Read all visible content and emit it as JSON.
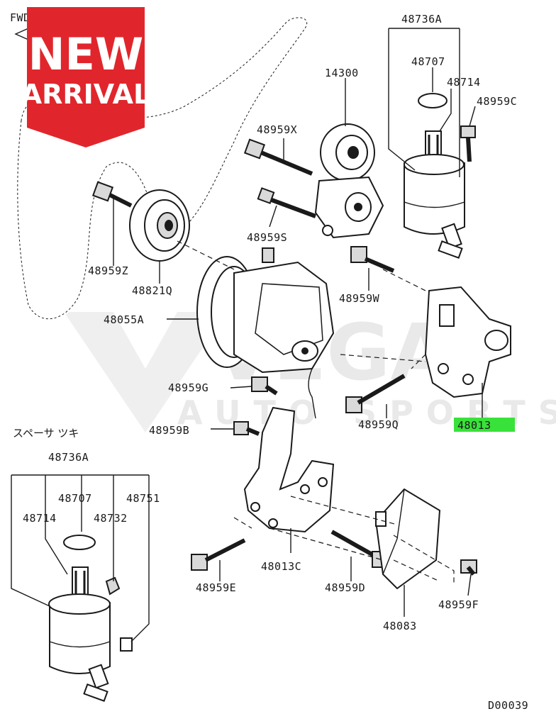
{
  "badge": {
    "line1": "NEW",
    "line2": "ARRIVAL",
    "color": "#e0262c"
  },
  "watermark": {
    "brand": "VEGA",
    "sub": "AUTO SPORTS"
  },
  "direction_label": "FWD",
  "japanese_label": "スペーサ ツキ",
  "diagram_code": "D00039",
  "highlight_color": "#39e23a",
  "parts": {
    "p48736A_top": "48736A",
    "p48707_top": "48707",
    "p48714_top": "48714",
    "p48959C": "48959C",
    "p14300": "14300",
    "p48959X": "48959X",
    "p48959S": "48959S",
    "p48959Z": "48959Z",
    "p48821Q": "48821Q",
    "p48959W": "48959W",
    "p48055A": "48055A",
    "p48959G": "48959G",
    "p48959Q": "48959Q",
    "p48013": "48013",
    "p48959B": "48959B",
    "p48736A_bot": "48736A",
    "p48707_bot": "48707",
    "p48751": "48751",
    "p48714_bot": "48714",
    "p48732": "48732",
    "p48013C": "48013C",
    "p48959E": "48959E",
    "p48959D": "48959D",
    "p48959F": "48959F",
    "p48083": "48083"
  }
}
